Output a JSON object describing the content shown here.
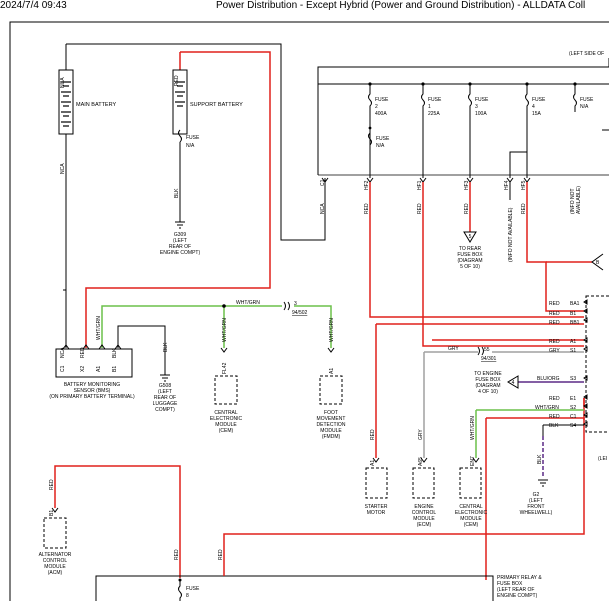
{
  "header": {
    "datetime": "2024/7/4 09:43",
    "title": "Power Distribution - Except Hybrid (Power and Ground Distribution) - ALLDATA Coll"
  },
  "colors": {
    "red": "#e0201b",
    "green": "#6cc04a",
    "purple": "#5b2a86",
    "gray": "#a0a0a0",
    "black": "#000000"
  },
  "batteries": {
    "main": {
      "label": "MAIN BATTERY",
      "wire_top": "NCA",
      "wire_bottom": "NCA"
    },
    "support": {
      "label": "SUPPORT BATTERY",
      "wire_top": "RED",
      "fuse_label": "FUSE",
      "fuse_rating": "N/A",
      "wire_bottom": "BLK"
    }
  },
  "grounds": {
    "g309": {
      "lines": [
        "G309",
        "(LEFT",
        "REAR OF",
        "ENGINE COMPT)"
      ]
    },
    "g508": {
      "lines": [
        "G508",
        "(LEFT",
        "REAR OF",
        "LUGGAGE",
        "COMPT)"
      ]
    },
    "g2": {
      "lines": [
        "G2",
        "(LEFT",
        "FRONT",
        "WHEELWELL)"
      ]
    }
  },
  "fuse_box": {
    "side_label": "(LEFT SIDE OF",
    "fuses": [
      {
        "name": "FUSE",
        "num": "2",
        "rating": "400A"
      },
      {
        "name": "FUSE",
        "num": "1",
        "rating": "225A"
      },
      {
        "name": "FUSE",
        "num": "3",
        "rating": "100A"
      },
      {
        "name": "FUSE",
        "num": "4",
        "rating": "15A"
      },
      {
        "name": "FUSE",
        "num": "",
        "rating": "N/A"
      }
    ],
    "pins": [
      "C1",
      "HF2",
      "HF1",
      "HF3",
      "HF4",
      "HF5"
    ],
    "wires": [
      "NCA",
      "RED",
      "RED",
      "RED",
      "",
      "RED"
    ],
    "info_na_1": [
      "(INFO NOT AVAILABLE)"
    ],
    "info_na_2": [
      "(INFO NOT",
      "AVAILABLE)"
    ],
    "to_rear": {
      "tag": "5",
      "lines": [
        "TO REAR",
        "FUSE BOX",
        "(DIAGRAM",
        "5 OF 10)"
      ]
    },
    "arrow_tag": "B"
  },
  "bms": {
    "pins": [
      "C1",
      "X2",
      "A1",
      "B1"
    ],
    "wires": [
      "NCA",
      "RED",
      "WHT/GRN",
      "BLK"
    ],
    "lines": [
      "BATTERY MONITORING",
      "SENSOR (BMS)",
      "(ON PRIMARY BATTERY TERMINAL)"
    ],
    "g508_wire": "BLK"
  },
  "splice": {
    "wire": "WHT/GRN",
    "conn_pin": "3",
    "conn_id": "94/502"
  },
  "cem_left": {
    "pin": "FL42",
    "wire": "WHT/GRN",
    "lines": [
      "CENTRAL",
      "ELECTRONIC",
      "MODULE",
      "(CEM)"
    ]
  },
  "fmdm": {
    "pin": "A1",
    "wire": "WHT/GRN",
    "lines": [
      "FOOT",
      "MOVEMENT",
      "DETECTION",
      "MODULE",
      "(FMDM)"
    ]
  },
  "right_connector": {
    "rows": [
      {
        "wire": "RED",
        "pin": "BA1"
      },
      {
        "wire": "RED",
        "pin": "B1"
      },
      {
        "wire": "RED",
        "pin": "BB1"
      },
      {
        "wire": "RED",
        "pin": "A1"
      },
      {
        "wire": "GRY",
        "pin": "S1"
      },
      {
        "wire": "BLU/ORG",
        "pin": "S3"
      },
      {
        "wire": "RED",
        "pin": "E1"
      },
      {
        "wire": "WHT/GRN",
        "pin": "S2"
      },
      {
        "wire": "RED",
        "pin": "C1"
      },
      {
        "wire": "BLK",
        "pin": "S4"
      }
    ],
    "gry_left": "GRY",
    "gry_conn_pin": "55",
    "gry_conn_id": "94/301",
    "to_engine": {
      "tag": "4",
      "lines": [
        "TO ENGINE",
        "FUSE BOX",
        "(DIAGRAM",
        "4 OF 10)"
      ]
    },
    "edge_label": "(LEI"
  },
  "starter": {
    "pin": "A1",
    "wire": "RED",
    "lines": [
      "STARTER",
      "MOTOR"
    ]
  },
  "ecm": {
    "pin": "A65",
    "wire": "GRY",
    "lines": [
      "ENGINE",
      "CONTROL",
      "MODULE",
      "(ECM)"
    ]
  },
  "cem_right": {
    "pin": "EN7",
    "wire": "WHT/GRN",
    "lines": [
      "CENTRAL",
      "ELECTRONIC",
      "MODULE",
      "(CEM)"
    ]
  },
  "g2_wire": "BLK",
  "acm": {
    "pin": "B1",
    "wire": "RED",
    "lines": [
      "ALTERNATOR",
      "CONTROL",
      "MODULE",
      "(ACM)"
    ]
  },
  "bottom": {
    "wire_left": "RED",
    "wire_right": "RED",
    "fuse_label": "FUSE",
    "fuse_num": "8",
    "relay_lines": [
      "PRIMARY RELAY &",
      "FUSE BOX",
      "(LEFT REAR OF",
      "ENGINE COMPT)"
    ]
  }
}
